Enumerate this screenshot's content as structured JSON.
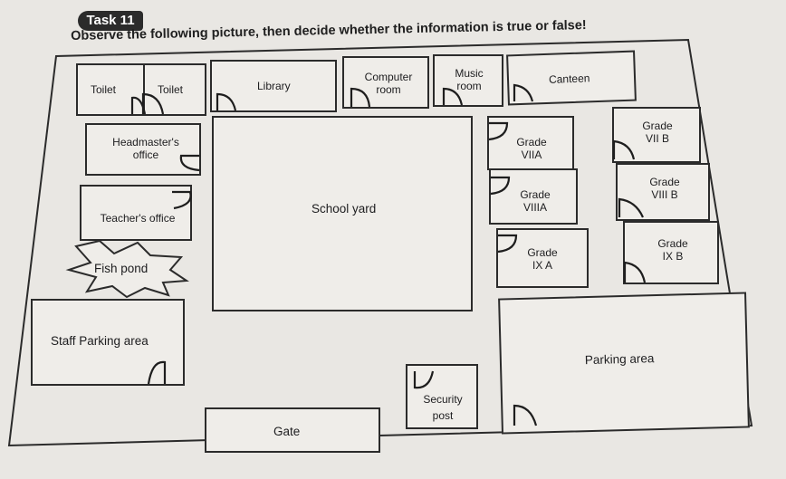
{
  "task": {
    "badge": "Task 11"
  },
  "instruction": "Observe the following picture, then decide whether the information is true or false!",
  "map": {
    "toilet_1": "Toilet",
    "toilet_2": "Toilet",
    "library": "Library",
    "computer_room_1": "Computer",
    "computer_room_2": "room",
    "music_room_1": "Music",
    "music_room_2": "room",
    "canteen": "Canteen",
    "headmaster_1": "Headmaster's",
    "headmaster_2": "office",
    "teacher": "Teacher's office",
    "fish_pond": "Fish pond",
    "staff_parking": "Staff Parking area",
    "school_yard": "School yard",
    "grade_viia_1": "Grade",
    "grade_viia_2": "VIIA",
    "grade_viiia_1": "Grade",
    "grade_viiia_2": "VIIIA",
    "grade_ixa_1": "Grade",
    "grade_ixa_2": "IX A",
    "grade_viib_1": "Grade",
    "grade_viib_2": "VII B",
    "grade_viiib_1": "Grade",
    "grade_viiib_2": "VIII B",
    "grade_ixb_1": "Grade",
    "grade_ixb_2": "IX B",
    "parking": "Parking area",
    "security_1": "Security",
    "security_2": "post",
    "gate": "Gate"
  }
}
